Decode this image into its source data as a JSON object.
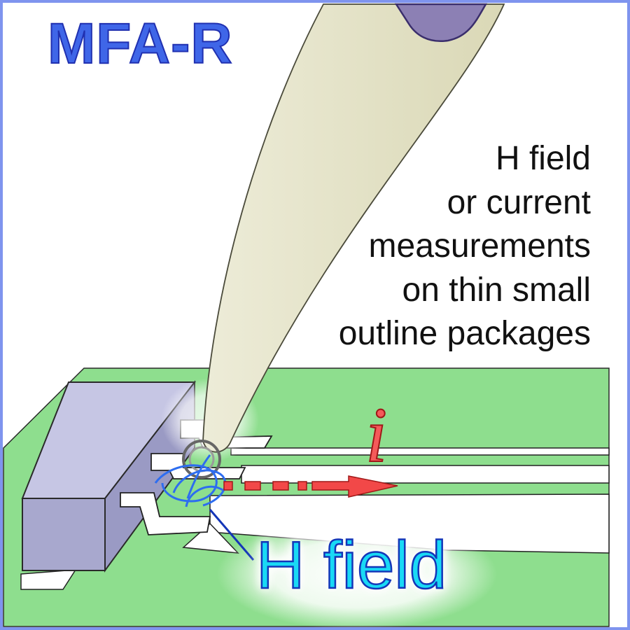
{
  "title": "MFA-R",
  "description_lines": [
    "H field",
    "or current",
    "measurements",
    "on thin small",
    "outline packages"
  ],
  "field_label": "H field",
  "current_symbol": "i",
  "colors": {
    "border": "#7F94EE",
    "board_green": "#8EDE8E",
    "trace_outline": "#1E1E1E",
    "chip_top": "#C6C6E4",
    "chip_side": "#A8A8CE",
    "probe_body": "#E4E2C6",
    "probe_cap": "#8C80B4",
    "field_lines": "#2D6DF0",
    "current_arrow": "#F24848",
    "title_blue": "#3F66E8",
    "field_label_cyan": "#19D9F5"
  }
}
